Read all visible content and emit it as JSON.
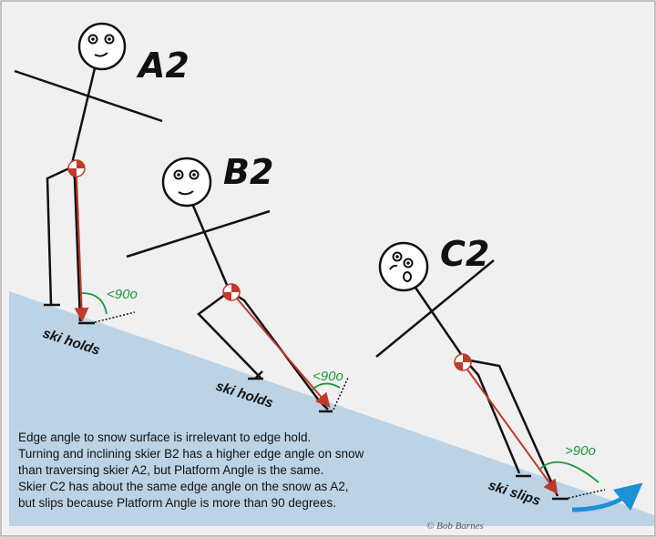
{
  "figures": {
    "a2": {
      "label": "A2",
      "ski_label": "ski holds",
      "angle_label": "<90o"
    },
    "b2": {
      "label": "B2",
      "ski_label": "ski holds",
      "angle_label": "<90o"
    },
    "c2": {
      "label": "C2",
      "ski_label": "ski slips",
      "angle_label": ">90o"
    }
  },
  "caption": {
    "lines": [
      "Edge angle to snow surface is irrelevant to edge hold.",
      "Turning and inclining skier B2 has a higher edge angle on snow",
      "than traversing skier A2, but Platform Angle is the same.",
      "Skier C2 has about the same edge angle on the snow as A2,",
      "but slips because Platform Angle is more than 90 degrees."
    ]
  },
  "credit": "© Bob Barnes",
  "colors": {
    "snow": "#bcd3e6",
    "background": "#f0f0f0",
    "force_arrow": "#c0392b",
    "angle_arc": "#1a9a3a",
    "slip_arrow": "#1e90d6"
  }
}
